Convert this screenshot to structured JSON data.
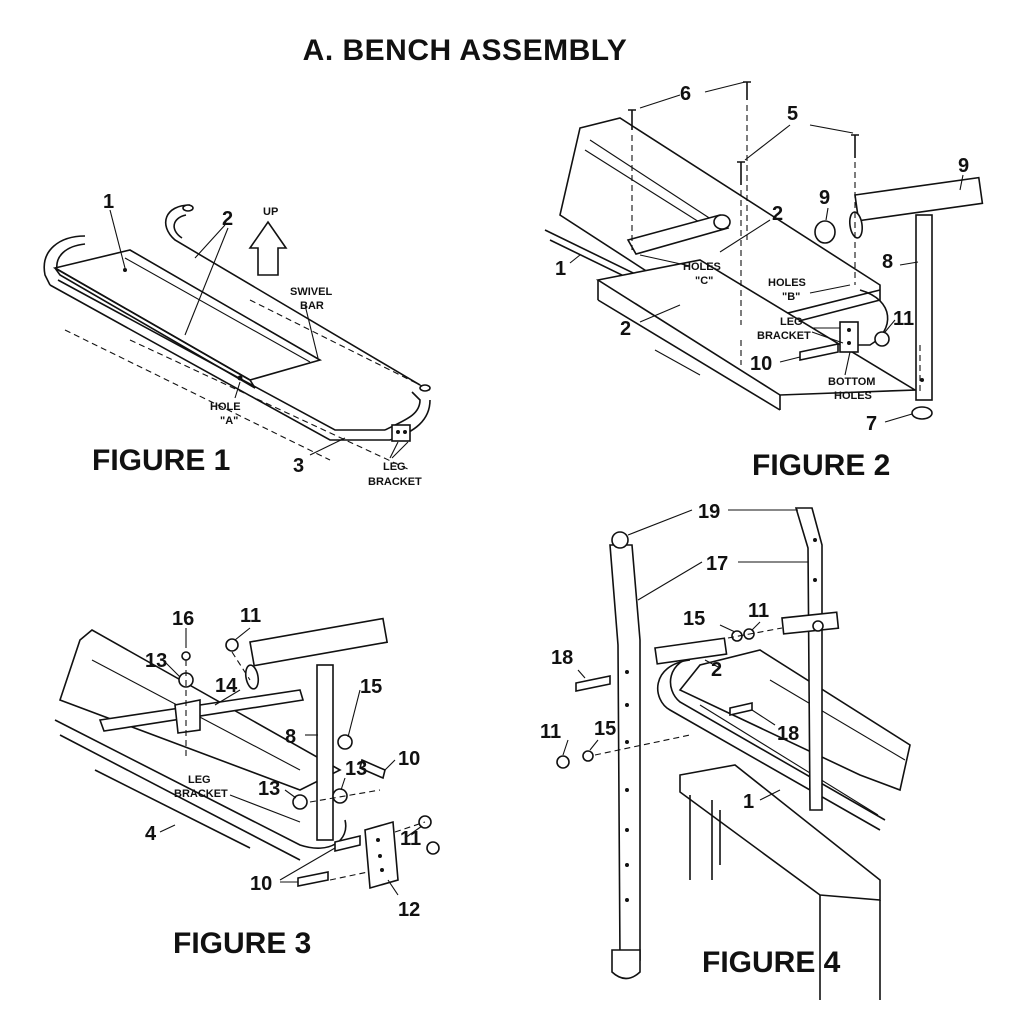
{
  "title": "A. BENCH ASSEMBLY",
  "figures": {
    "fig1": {
      "caption": "FIGURE 1",
      "up_label": "UP",
      "swivel_bar_line1": "SWIVEL",
      "swivel_bar_line2": "BAR",
      "hole_line1": "HOLE",
      "hole_line2": "\"A\"",
      "leg_bracket_line1": "LEG",
      "leg_bracket_line2": "BRACKET",
      "callouts": [
        "1",
        "2",
        "3"
      ]
    },
    "fig2": {
      "caption": "FIGURE 2",
      "holes_c_line1": "HOLES",
      "holes_c_line2": "\"C\"",
      "holes_b_line1": "HOLES",
      "holes_b_line2": "\"B\"",
      "leg_bracket_line1": "LEG",
      "leg_bracket_line2": "BRACKET",
      "bottom_holes_line1": "BOTTOM",
      "bottom_holes_line2": "HOLES",
      "callouts": [
        "6",
        "5",
        "9",
        "9",
        "2",
        "1",
        "8",
        "2",
        "11",
        "10",
        "7"
      ]
    },
    "fig3": {
      "caption": "FIGURE 3",
      "leg_bracket_line1": "LEG",
      "leg_bracket_line2": "BRACKET",
      "callouts": [
        "16",
        "11",
        "13",
        "14",
        "15",
        "8",
        "10",
        "13",
        "13",
        "4",
        "11",
        "10",
        "12"
      ]
    },
    "fig4": {
      "caption": "FIGURE 4",
      "callouts": [
        "19",
        "17",
        "15",
        "11",
        "18",
        "2",
        "18",
        "11",
        "15",
        "1"
      ]
    }
  }
}
